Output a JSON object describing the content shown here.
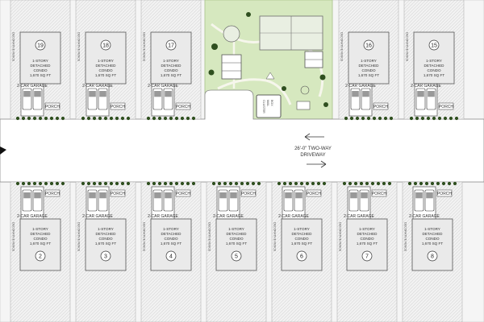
{
  "unit_type": [
    "1-STORY",
    "DETACHED",
    "CONDO",
    "1,670 SQ FT"
  ],
  "garage_label": "2-CAR GARAGE",
  "porch_label": "PORCH",
  "fence_label": "DECORATIVE FENCE",
  "driveway": {
    "line1": "26'-0\" TWO-WAY",
    "line2": "DRIVEWAY"
  },
  "amenity": {
    "mailbox_label": [
      "CLUSTER",
      "MAIL",
      "BOX"
    ]
  },
  "top_units": [
    "19",
    "18",
    "17",
    "16",
    "15"
  ],
  "bottom_units": [
    "2",
    "3",
    "4",
    "5",
    "6",
    "7",
    "8"
  ],
  "colors": {
    "lot": "#eaeaea",
    "lawn": "#d6e8bf",
    "lawn_edge": "#c2d9a4",
    "tree": "#2f4f1f",
    "outline": "#555555",
    "road": "#ffffff"
  }
}
